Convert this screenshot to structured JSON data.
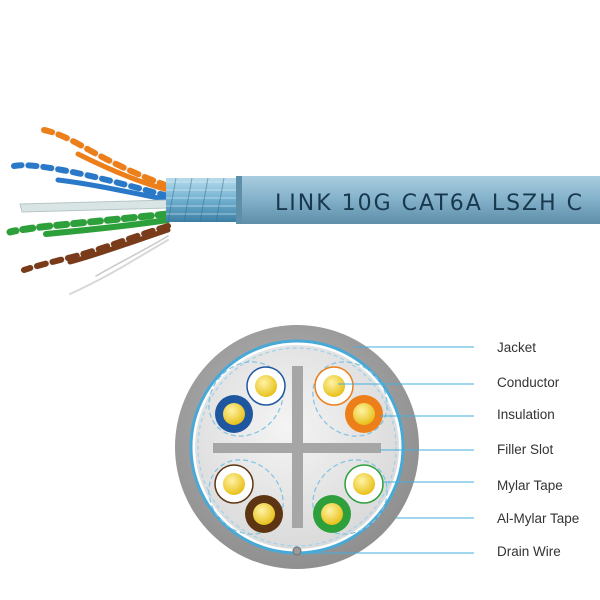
{
  "cable": {
    "print_text": "LINK 10G CAT6A LSZH C",
    "jacket_color": "#86b3cc",
    "print_color": "#18384d"
  },
  "cross_section": {
    "labels": [
      {
        "id": "jacket",
        "text": "Jacket"
      },
      {
        "id": "conductor",
        "text": "Conductor"
      },
      {
        "id": "insulation",
        "text": "Insulation"
      },
      {
        "id": "filler-slot",
        "text": "Filler Slot"
      },
      {
        "id": "mylar-tape",
        "text": "Mylar Tape"
      },
      {
        "id": "al-mylar-tape",
        "text": "Al-Mylar Tape"
      },
      {
        "id": "drain-wire",
        "text": "Drain Wire"
      }
    ],
    "pair_colors": {
      "blue": "#1f56a0",
      "orange": "#ec7f19",
      "brown": "#5e3512",
      "green": "#2ea03b",
      "conductor": "#f1cf2a"
    },
    "leader_color": "#42aede"
  }
}
